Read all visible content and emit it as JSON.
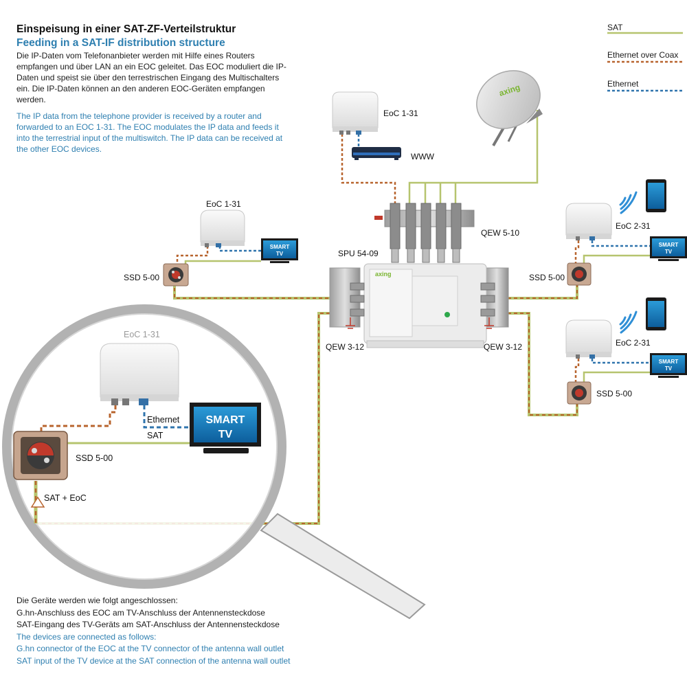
{
  "header": {
    "title_de": "Einspeisung in einer SAT-ZF-Verteilstruktur",
    "title_en": "Feeding in a SAT-IF distribution structure",
    "description_de": "Die IP-Daten vom Telefonanbieter werden mit Hilfe eines Routers empfangen und über LAN an ein EOC geleitet. Das EOC moduliert die IP-Daten und speist sie über den terrestrischen Eingang des Multischalters ein. Die IP-Daten können an den anderen EOC-Geräten empfangen werden.",
    "description_en": "The IP data from the telephone provider is received by a router and forwarded to an EOC 1-31.  The EOC modulates the IP data and feeds it into the terrestrial input of the multiswitch. The IP data can be received at the other EOC devices."
  },
  "legend": {
    "items": [
      {
        "label": "SAT",
        "color": "#b6c46e",
        "style": "solid"
      },
      {
        "label": "Ethernet over Coax",
        "color": "#b8642e",
        "style": "dashed"
      },
      {
        "label": "Ethernet",
        "color": "#2f74ad",
        "style": "dashed"
      }
    ]
  },
  "devices": {
    "eoc_top": "EoC 1-31",
    "www": "WWW",
    "eoc_left": "EoC 1-31",
    "smart_tv_small_line1": "SMART",
    "smart_tv_small_line2": "TV",
    "ssd_left": "SSD 5-00",
    "spu": "SPU 54-09",
    "qew_top": "QEW 5-10",
    "qew_left": "QEW 3-12",
    "qew_right": "QEW 3-12",
    "eoc_right_top": "EoC 2-31",
    "ssd_right_top": "SSD 5-00",
    "eoc_right_bottom": "EoC 2-31",
    "ssd_right_bottom": "SSD 5-00",
    "dish_brand": "axing",
    "multiswitch_brand": "axing"
  },
  "zoom": {
    "eoc_label": "EoC 1-31",
    "ethernet_label": "Ethernet",
    "sat_label": "SAT",
    "smart_tv_line1": "SMART",
    "smart_tv_line2": "TV",
    "ssd_label": "SSD 5-00",
    "sat_eoc_label": "SAT + EoC"
  },
  "footer": {
    "de_line1": "Die Geräte werden wie folgt angeschlossen:",
    "de_line2": "G.hn-Anschluss des EOC am TV-Anschluss der Antennensteckdose",
    "de_line3": "SAT-Eingang des TV-Geräts am SAT-Anschluss der Antennensteckdose",
    "en_line1": "The devices are connected as follows:",
    "en_line2": "G.hn connector of the EOC at the TV connector of the antenna wall outlet",
    "en_line3": "SAT input of the TV device at the SAT connection of the antenna wall outlet"
  }
}
